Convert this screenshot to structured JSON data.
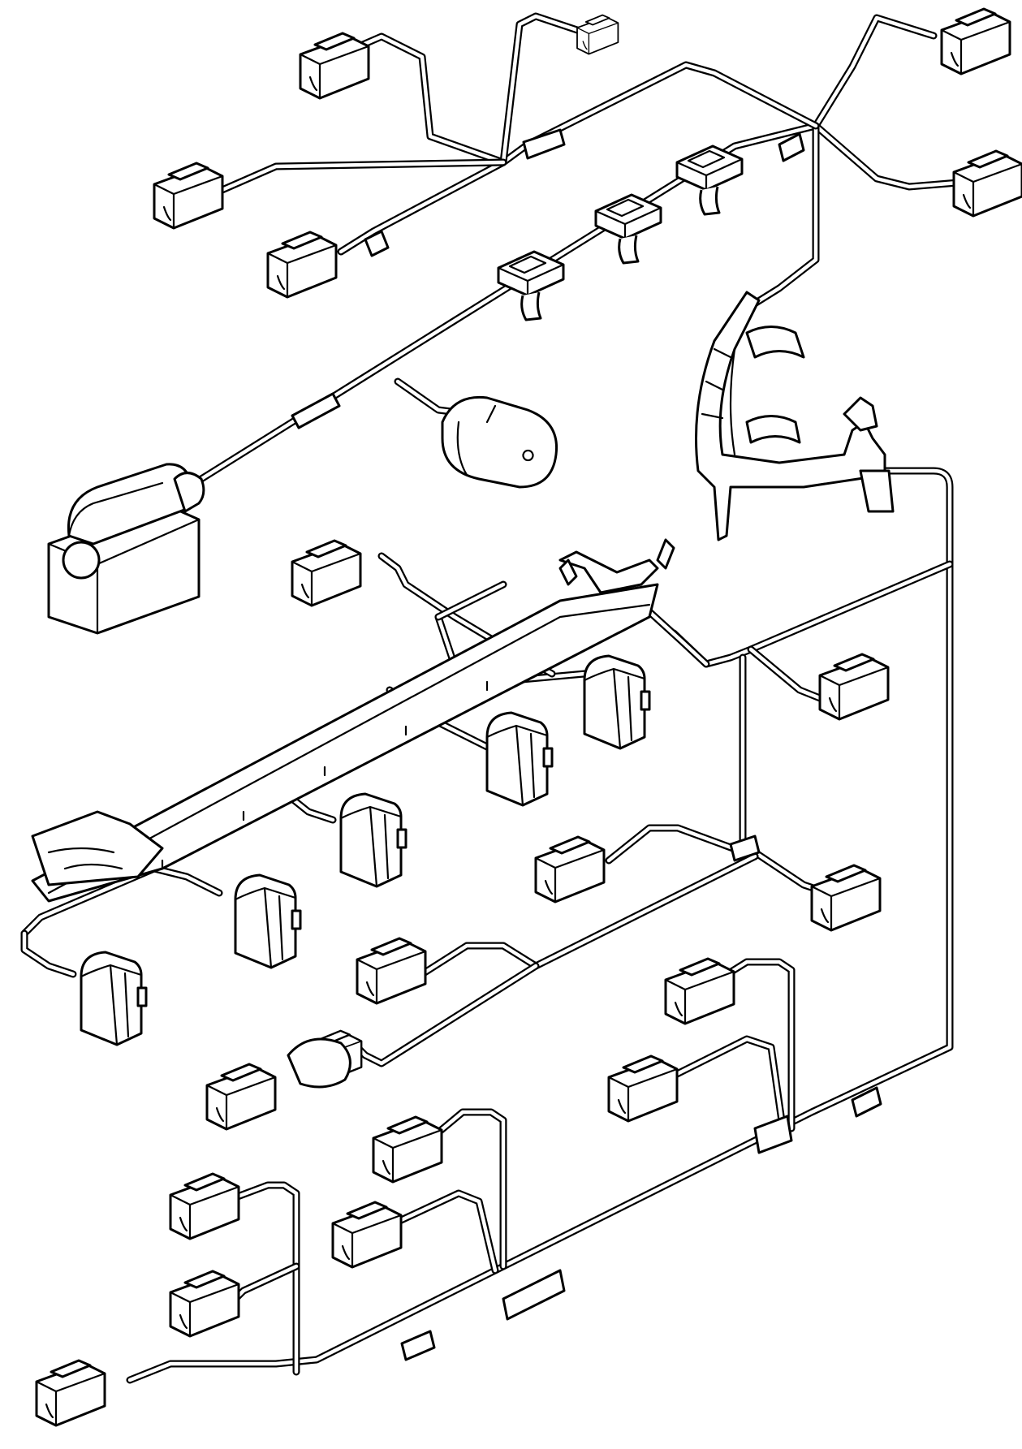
{
  "diagram": {
    "kind": "engine wiring harness exploded illustration",
    "colors": {
      "line": "#000000",
      "background": "#ffffff"
    },
    "components": [
      {
        "id": "top-left-connector-1",
        "icon": "plug-connector"
      },
      {
        "id": "top-left-connector-2",
        "icon": "plug-connector"
      },
      {
        "id": "top-left-round-connector",
        "icon": "plug-connector"
      },
      {
        "id": "top-inline-connector",
        "icon": "inline-connector"
      },
      {
        "id": "top-right-connector-1",
        "icon": "plug-connector"
      },
      {
        "id": "top-right-connector-2",
        "icon": "plug-connector"
      },
      {
        "id": "relay-bracket-1",
        "icon": "bracket"
      },
      {
        "id": "relay-bracket-2",
        "icon": "bracket"
      },
      {
        "id": "relay-bracket-3",
        "icon": "bracket"
      },
      {
        "id": "oval-sensor-connector",
        "icon": "plug-connector"
      },
      {
        "id": "coil-module",
        "icon": "module"
      },
      {
        "id": "harness-support-bracket",
        "icon": "bracket"
      },
      {
        "id": "injector-connector-1",
        "icon": "plug-connector"
      },
      {
        "id": "injector-connector-2",
        "icon": "plug-connector"
      },
      {
        "id": "injector-connector-3",
        "icon": "plug-connector"
      },
      {
        "id": "injector-connector-4",
        "icon": "plug-connector"
      },
      {
        "id": "injector-connector-5",
        "icon": "plug-connector"
      },
      {
        "id": "right-connector-1",
        "icon": "plug-connector"
      },
      {
        "id": "right-connector-2",
        "icon": "plug-connector"
      },
      {
        "id": "mid-connector-1",
        "icon": "plug-connector"
      },
      {
        "id": "mid-connector-2",
        "icon": "plug-connector"
      },
      {
        "id": "mid-connector-3",
        "icon": "plug-connector"
      },
      {
        "id": "lower-connector-1",
        "icon": "plug-connector"
      },
      {
        "id": "lower-connector-2",
        "icon": "plug-connector"
      },
      {
        "id": "lower-connector-3",
        "icon": "plug-connector"
      },
      {
        "id": "lower-connector-4",
        "icon": "plug-connector"
      },
      {
        "id": "lower-connector-5",
        "icon": "plug-connector"
      },
      {
        "id": "lower-connector-6",
        "icon": "plug-connector"
      },
      {
        "id": "lower-connector-7",
        "icon": "plug-connector"
      },
      {
        "id": "bottom-connector",
        "icon": "plug-connector"
      }
    ]
  }
}
